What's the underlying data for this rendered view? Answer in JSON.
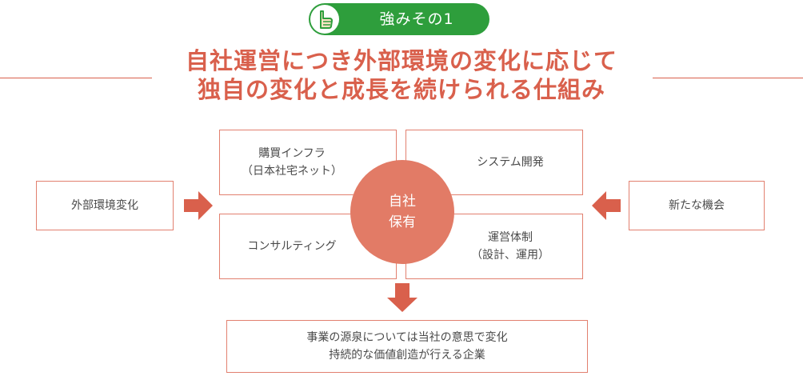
{
  "badge": {
    "label": "強みその1",
    "icon": "thumbs-up-icon"
  },
  "headline": {
    "line1": "自社運営につき外部環境の変化に応じて",
    "line2": "独自の変化と成長を続けられる仕組み"
  },
  "left_box": {
    "label": "外部環境変化"
  },
  "right_box": {
    "label": "新たな機会"
  },
  "quadrants": {
    "top_left": {
      "line1": "購買インフラ",
      "line2": "（日本社宅ネット）"
    },
    "top_right": {
      "line1": "システム開発"
    },
    "bottom_left": {
      "line1": "コンサルティング"
    },
    "bottom_right": {
      "line1": "運営体制",
      "line2": "（設計、運用）"
    }
  },
  "center": {
    "line1": "自社",
    "line2": "保有"
  },
  "result_box": {
    "line1": "事業の源泉については当社の意思で変化",
    "line2": "持続的な価値創造が行える企業"
  },
  "colors": {
    "accent": "#d9604c",
    "badge_green": "#2e9e3c",
    "circle": "#e27b66",
    "box_border": "#e2806f"
  }
}
